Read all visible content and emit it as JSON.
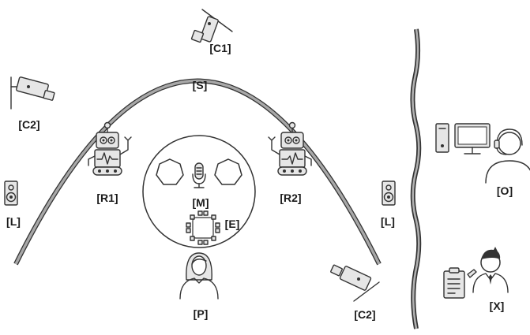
{
  "labels": {
    "camera_top": "[C1]",
    "camera_left": "[C2]",
    "camera_right": "[C2]",
    "screen": "[S]",
    "robot_left": "[R1]",
    "robot_right": "[R2]",
    "microphone": "[M]",
    "equipment": "[E]",
    "speaker_left": "[L]",
    "speaker_right": "[L]",
    "participant": "[P]",
    "operator": "[O]",
    "experimenter": "[X]"
  }
}
